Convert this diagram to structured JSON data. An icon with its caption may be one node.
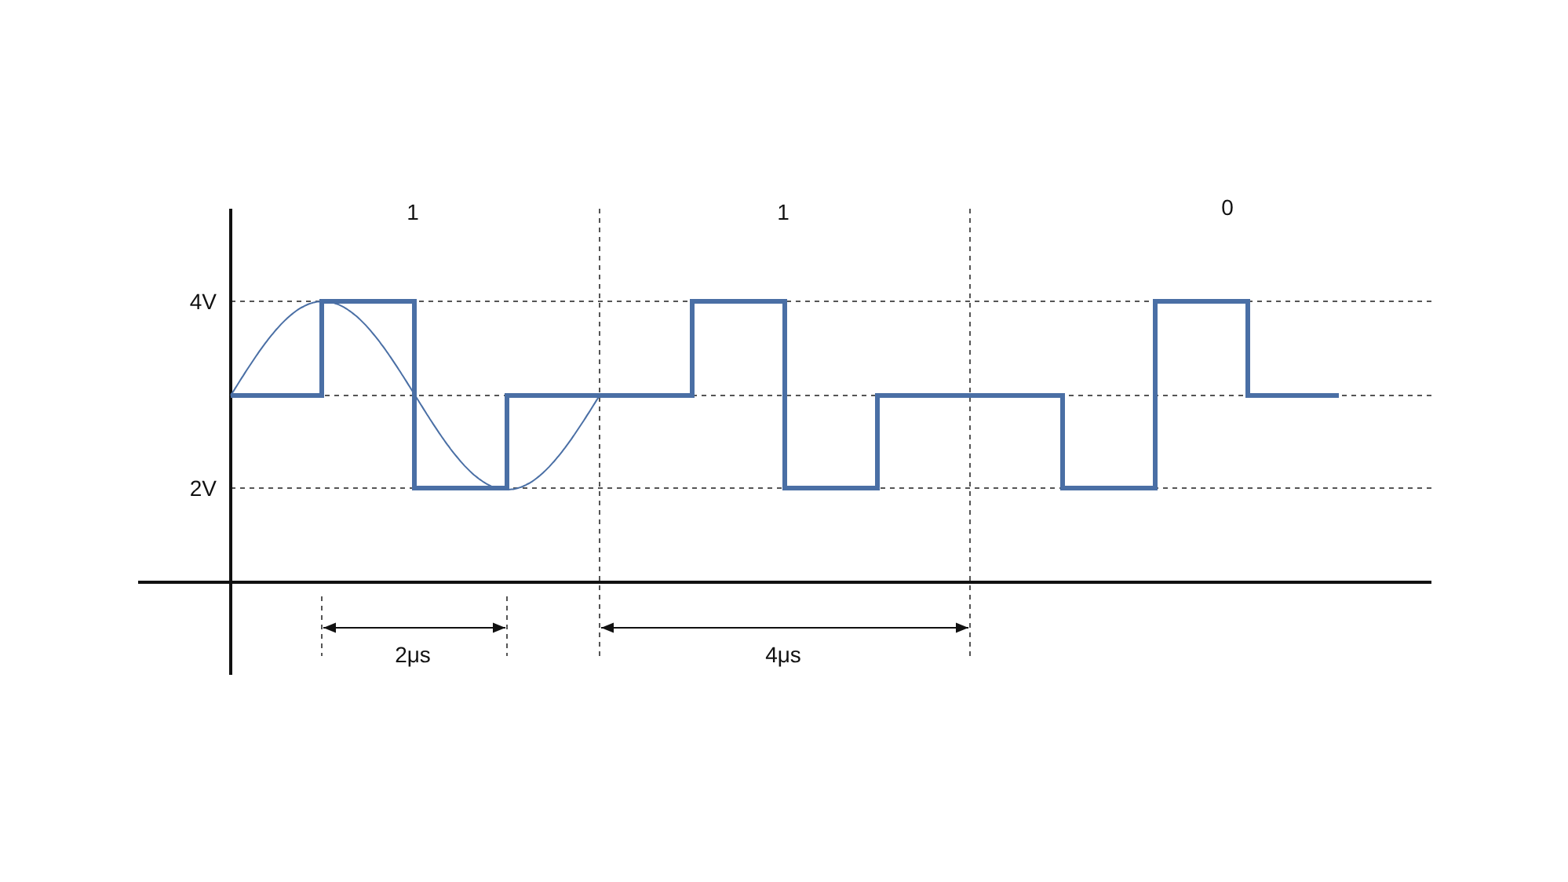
{
  "diagram": {
    "labels": [
      "1",
      "1",
      "0",
      "4V",
      "2V",
      "2μs",
      "4μs"
    ]
  }
}
